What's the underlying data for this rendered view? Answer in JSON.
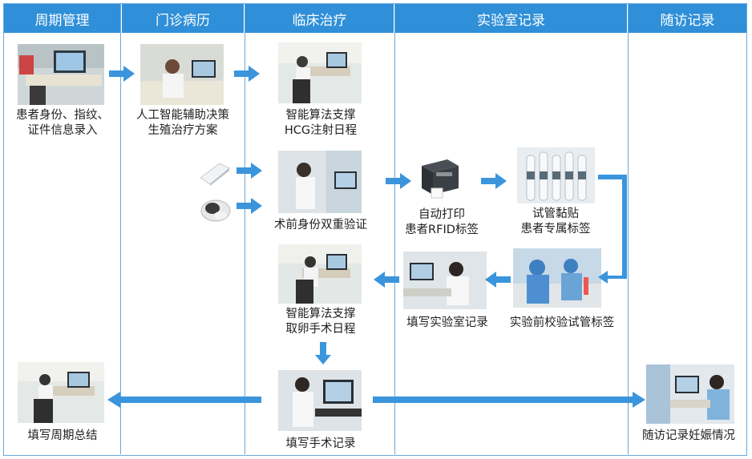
{
  "columns": [
    {
      "label": "周期管理"
    },
    {
      "label": "门诊病历"
    },
    {
      "label": "临床治疗"
    },
    {
      "label": "实验室记录"
    },
    {
      "label": "随访记录"
    }
  ],
  "steps": {
    "patient_entry": {
      "line1": "患者身份、指纹、",
      "line2": "证件信息录入"
    },
    "ai_decision": {
      "line1": "人工智能辅助决策",
      "line2": "生殖治疗方案"
    },
    "hcg_schedule": {
      "line1": "智能算法支撑",
      "line2": "HCG注射日程"
    },
    "preop_verify": {
      "line1": "术前身份双重验证"
    },
    "print_label": {
      "line1": "自动打印",
      "line2": "患者RFID标签"
    },
    "tube_label": {
      "line1": "试管黏贴",
      "line2": "患者专属标签"
    },
    "retrieval_schedule": {
      "line1": "智能算法支撑",
      "line2": "取卵手术日程"
    },
    "lab_record": {
      "line1": "填写实验室记录"
    },
    "tube_check": {
      "line1": "实验前校验试管标签"
    },
    "cycle_summary": {
      "line1": "填写周期总结"
    },
    "surgery_record": {
      "line1": "填写手术记录"
    },
    "followup": {
      "line1": "随访记录妊娠情况"
    }
  },
  "colors": {
    "header": "#2f8fd8",
    "arrow": "#3a95dc",
    "divider": "#6aa8dc"
  }
}
